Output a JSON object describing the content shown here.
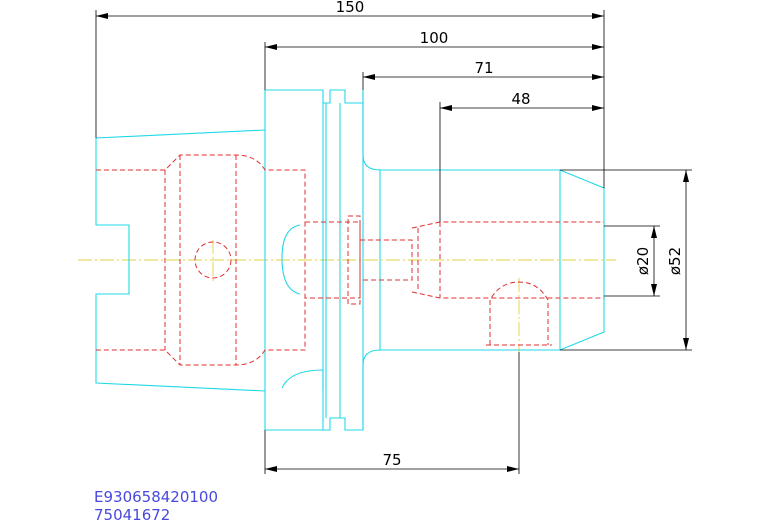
{
  "dimensions": {
    "d150": "150",
    "d100": "100",
    "d71": "71",
    "d48": "48",
    "d75": "75",
    "dia20": "ø20",
    "dia52": "ø52"
  },
  "part_numbers": {
    "line1": "E930658420100",
    "line2": "75041672"
  },
  "colors": {
    "outline": "#22d8e8",
    "hidden": "#e03030",
    "centerline": "#e0d040",
    "dimension": "#000000",
    "part_text": "#4848e0"
  }
}
